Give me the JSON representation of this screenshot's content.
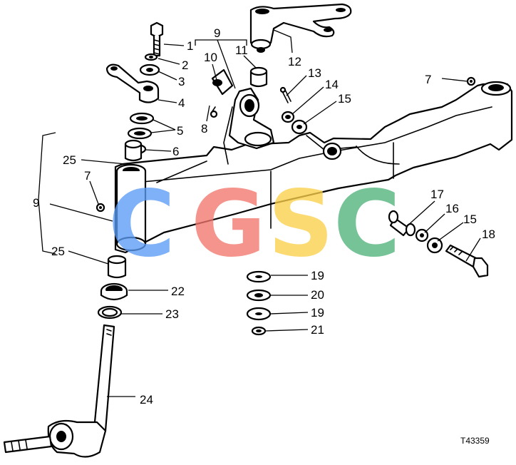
{
  "diagram": {
    "figure_ref": "T43359",
    "callouts": [
      {
        "id": "1",
        "label": "1"
      },
      {
        "id": "2",
        "label": "2"
      },
      {
        "id": "3",
        "label": "3"
      },
      {
        "id": "4",
        "label": "4"
      },
      {
        "id": "5",
        "label": "5"
      },
      {
        "id": "6",
        "label": "6"
      },
      {
        "id": "7a",
        "label": "7"
      },
      {
        "id": "7b",
        "label": "7"
      },
      {
        "id": "8",
        "label": "8"
      },
      {
        "id": "9a",
        "label": "9"
      },
      {
        "id": "9b",
        "label": "9"
      },
      {
        "id": "10",
        "label": "10"
      },
      {
        "id": "11",
        "label": "11"
      },
      {
        "id": "12",
        "label": "12"
      },
      {
        "id": "13",
        "label": "13"
      },
      {
        "id": "14",
        "label": "14"
      },
      {
        "id": "15a",
        "label": "15"
      },
      {
        "id": "15b",
        "label": "15"
      },
      {
        "id": "16",
        "label": "16"
      },
      {
        "id": "17",
        "label": "17"
      },
      {
        "id": "18",
        "label": "18"
      },
      {
        "id": "19a",
        "label": "19"
      },
      {
        "id": "19b",
        "label": "19"
      },
      {
        "id": "20",
        "label": "20"
      },
      {
        "id": "21",
        "label": "21"
      },
      {
        "id": "22",
        "label": "22"
      },
      {
        "id": "23",
        "label": "23"
      },
      {
        "id": "24",
        "label": "24"
      },
      {
        "id": "25a",
        "label": "25"
      },
      {
        "id": "25b",
        "label": "25"
      }
    ]
  },
  "watermark": {
    "letters": [
      "C",
      "G",
      "S",
      "C"
    ],
    "colors": [
      "#5b9cf5",
      "#f2776d",
      "#fbd04a",
      "#4fb37a"
    ]
  }
}
